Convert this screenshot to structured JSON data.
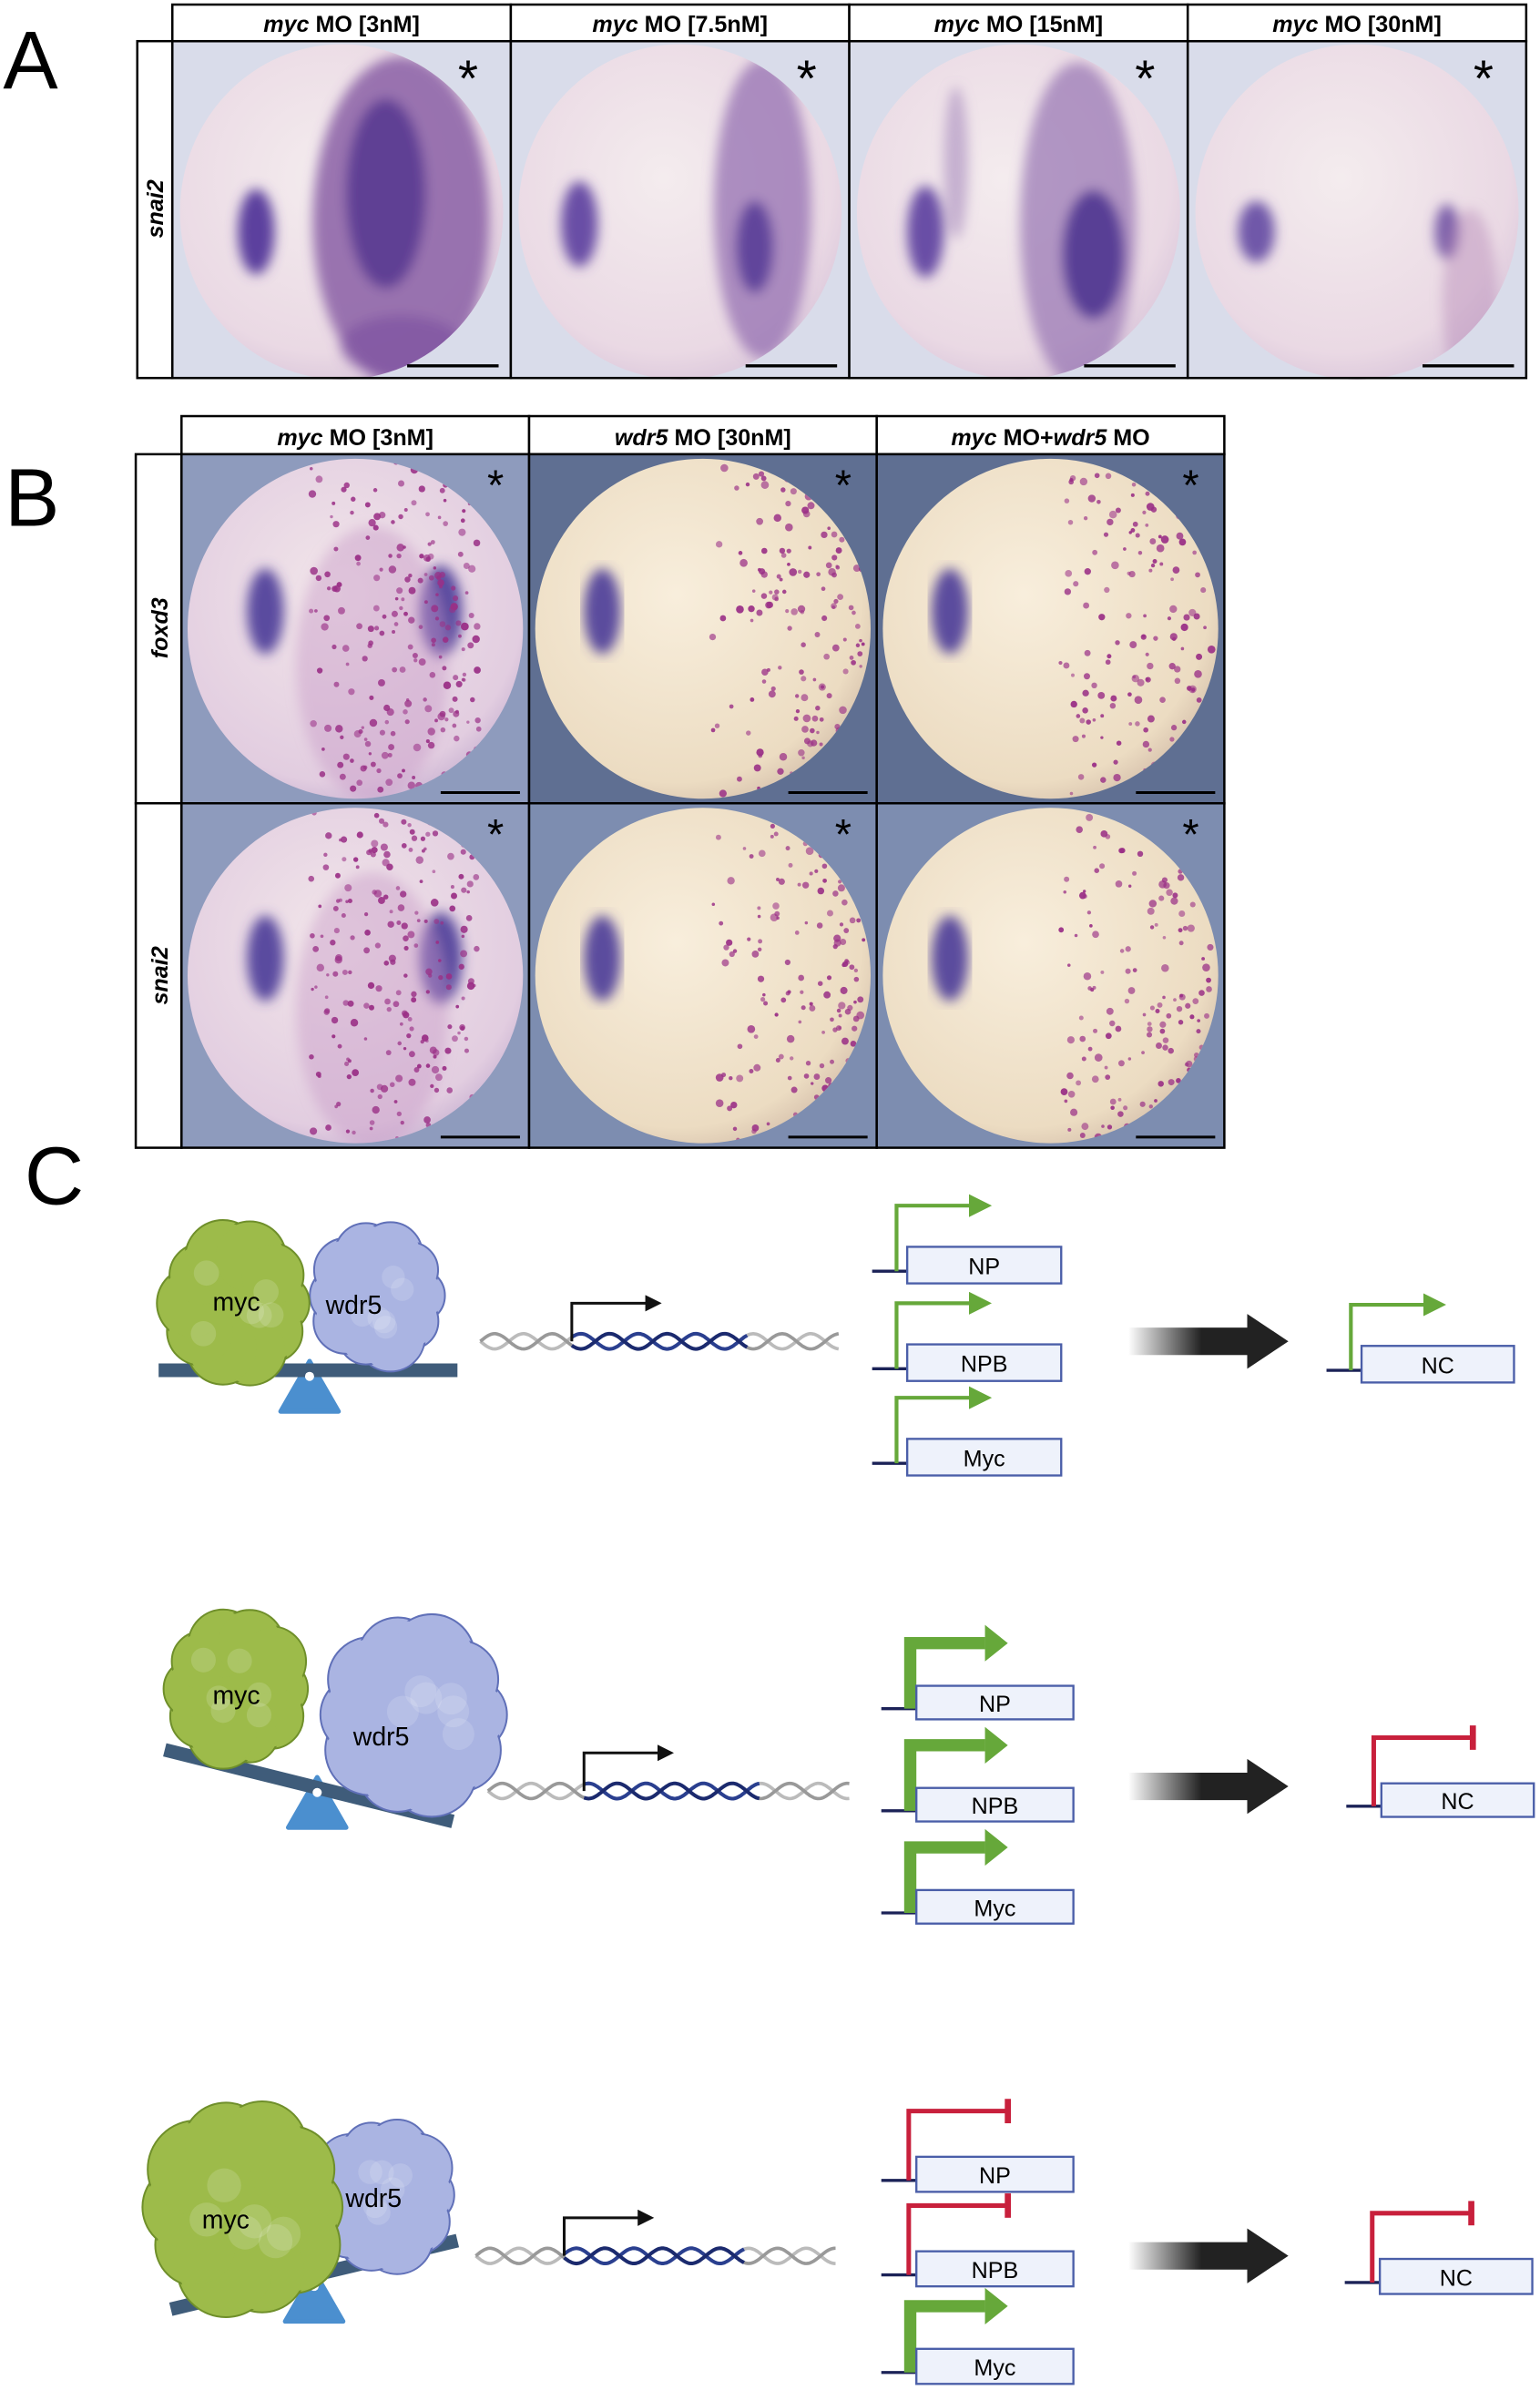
{
  "panel_a": {
    "label": "A",
    "row_label": "snai2",
    "columns": [
      {
        "gene": "myc",
        "rest": " MO [3nM]"
      },
      {
        "gene": "myc",
        "rest": " MO [7.5nM]"
      },
      {
        "gene": "myc",
        "rest": " MO [15nM]"
      },
      {
        "gene": "myc",
        "rest": " MO [30nM]"
      }
    ],
    "asterisk": "*"
  },
  "panel_b": {
    "label": "B",
    "columns": [
      {
        "parts": [
          {
            "t": "myc",
            "i": true
          },
          {
            "t": " MO [3nM]",
            "i": false
          }
        ]
      },
      {
        "parts": [
          {
            "t": "wdr5",
            "i": true
          },
          {
            "t": " MO [30nM]",
            "i": false
          }
        ]
      },
      {
        "parts": [
          {
            "t": "myc",
            "i": true
          },
          {
            "t": " MO+",
            "i": false
          },
          {
            "t": "wdr5",
            "i": true
          },
          {
            "t": " MO",
            "i": false
          }
        ]
      }
    ],
    "rows": [
      "foxd3",
      "snai2"
    ],
    "asterisk": "*"
  },
  "panel_c": {
    "label": "C",
    "rows": [
      {
        "balance": "balanced",
        "proteins": [
          "myc",
          "wdr5"
        ],
        "genes": [
          {
            "name": "NP",
            "state": "on"
          },
          {
            "name": "NPB",
            "state": "on"
          },
          {
            "name": "Myc",
            "state": "on"
          }
        ],
        "outcome": {
          "name": "NC",
          "state": "on"
        }
      },
      {
        "balance": "wdr5-heavy",
        "proteins": [
          "myc",
          "wdr5"
        ],
        "genes": [
          {
            "name": "NP",
            "state": "up"
          },
          {
            "name": "NPB",
            "state": "up"
          },
          {
            "name": "Myc",
            "state": "up"
          }
        ],
        "outcome": {
          "name": "NC",
          "state": "off"
        }
      },
      {
        "balance": "myc-heavy",
        "proteins": [
          "myc",
          "wdr5"
        ],
        "genes": [
          {
            "name": "NP",
            "state": "off"
          },
          {
            "name": "NPB",
            "state": "off"
          },
          {
            "name": "Myc",
            "state": "up"
          }
        ],
        "outcome": {
          "name": "NC",
          "state": "off"
        }
      }
    ]
  },
  "colors": {
    "myc": "#9dbb4a",
    "wdr5": "#aab4e2",
    "beam": "#3f5c7a",
    "fulcrum": "#4b8fcf",
    "activate": "#66a83a",
    "repress": "#c8203c",
    "box_fill": "#eef2fb",
    "box_stroke": "#4a5ea8"
  }
}
